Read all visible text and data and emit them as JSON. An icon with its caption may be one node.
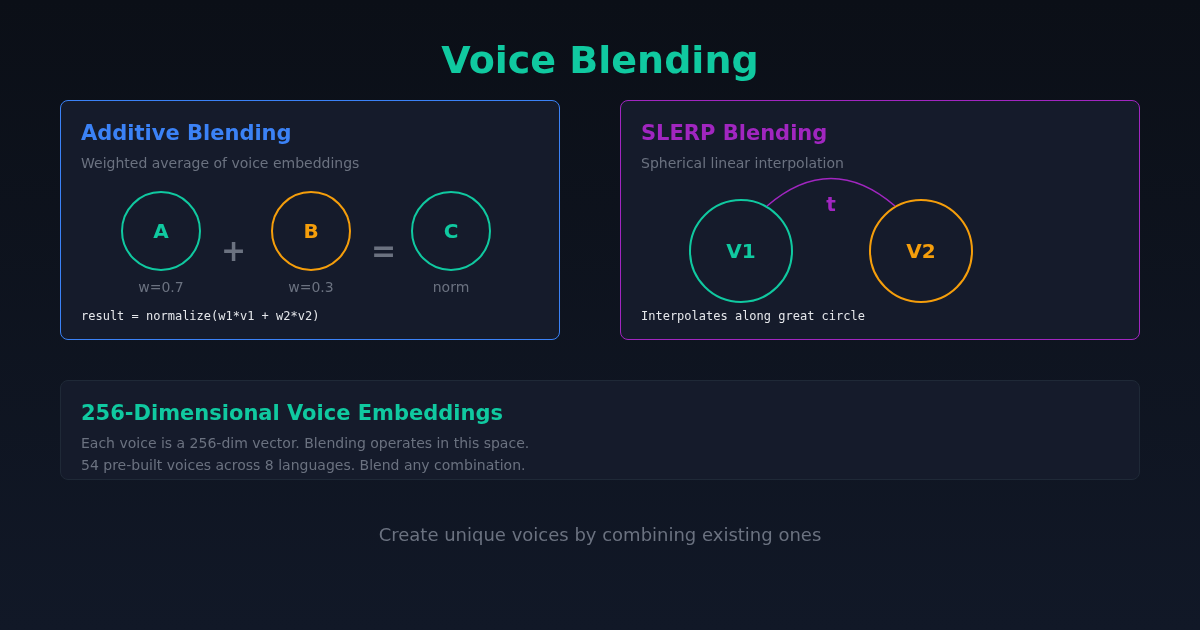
{
  "diagram": {
    "title": "Voice Blending",
    "caption": "Create unique voices by combining existing ones",
    "nodes": [
      {
        "text": [
          "Additive Blending",
          "Weighted average of voice embeddings",
          "result = normalize(w1*v1 + w2*v2)"
        ]
      },
      {
        "text": [
          "A"
        ],
        "in": 0,
        "beside": [
          "w=0.7"
        ]
      },
      {
        "text": [
          "B"
        ],
        "in": 0,
        "beside": [
          "w=0.3"
        ]
      },
      {
        "text": [
          "C"
        ],
        "in": 0,
        "beside": [
          "norm"
        ]
      },
      {
        "text": [
          "SLERP Blending",
          "Spherical linear interpolation",
          "Interpolates along great circle"
        ]
      },
      {
        "text": [
          "V1"
        ],
        "in": 4
      },
      {
        "text": [
          "V2"
        ],
        "in": 4
      },
      {
        "text": [
          "256-Dimensional Voice Embeddings",
          "Each voice is a 256-dim vector. Blending operates in this space.",
          "54 pre-built voices across 8 languages. Blend any combination."
        ]
      }
    ],
    "edges": [
      {
        "from": 5,
        "to": 6,
        "arrow": "none",
        "label": "t"
      }
    ],
    "labels": [
      "+",
      "="
    ]
  }
}
